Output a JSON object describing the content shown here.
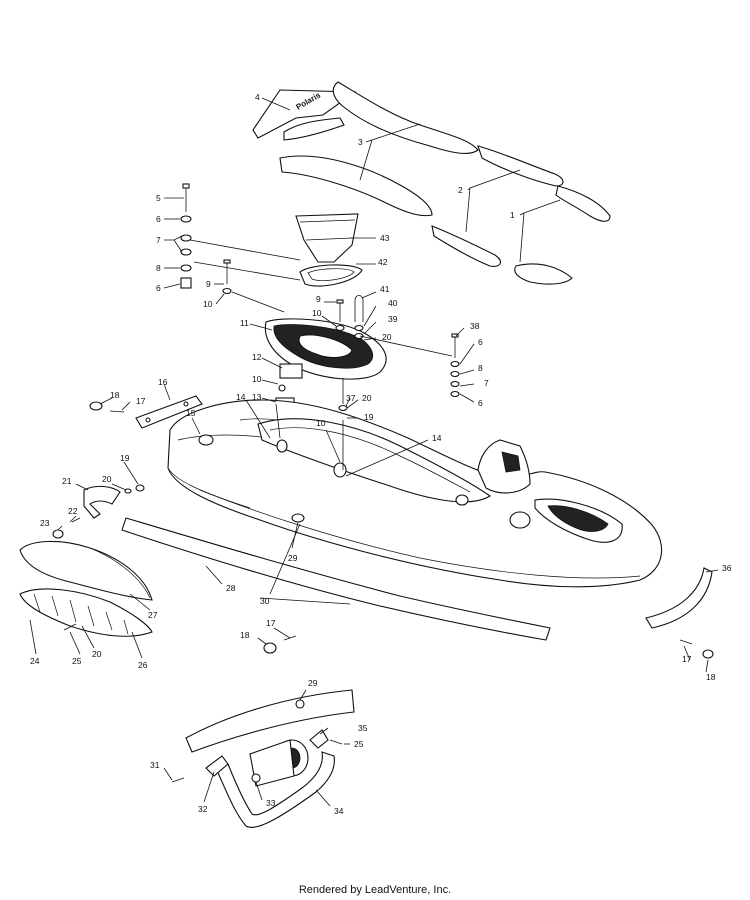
{
  "footer_text": "Rendered by LeadVenture, Inc.",
  "decal_text": "Polaris",
  "labels": [
    "1",
    "2",
    "3",
    "4",
    "5",
    "6",
    "7",
    "8",
    "6",
    "9",
    "10",
    "11",
    "12",
    "10",
    "13",
    "14",
    "15",
    "16",
    "17",
    "18",
    "43",
    "42",
    "9",
    "10",
    "41",
    "40",
    "39",
    "20",
    "38",
    "6",
    "8",
    "7",
    "6",
    "37",
    "20",
    "19",
    "10",
    "14",
    "21",
    "20",
    "19",
    "22",
    "23",
    "29",
    "28",
    "30",
    "27",
    "24",
    "25",
    "20",
    "26",
    "17",
    "18",
    "36",
    "17",
    "18",
    "29",
    "35",
    "25",
    "31",
    "32",
    "33",
    "34"
  ]
}
